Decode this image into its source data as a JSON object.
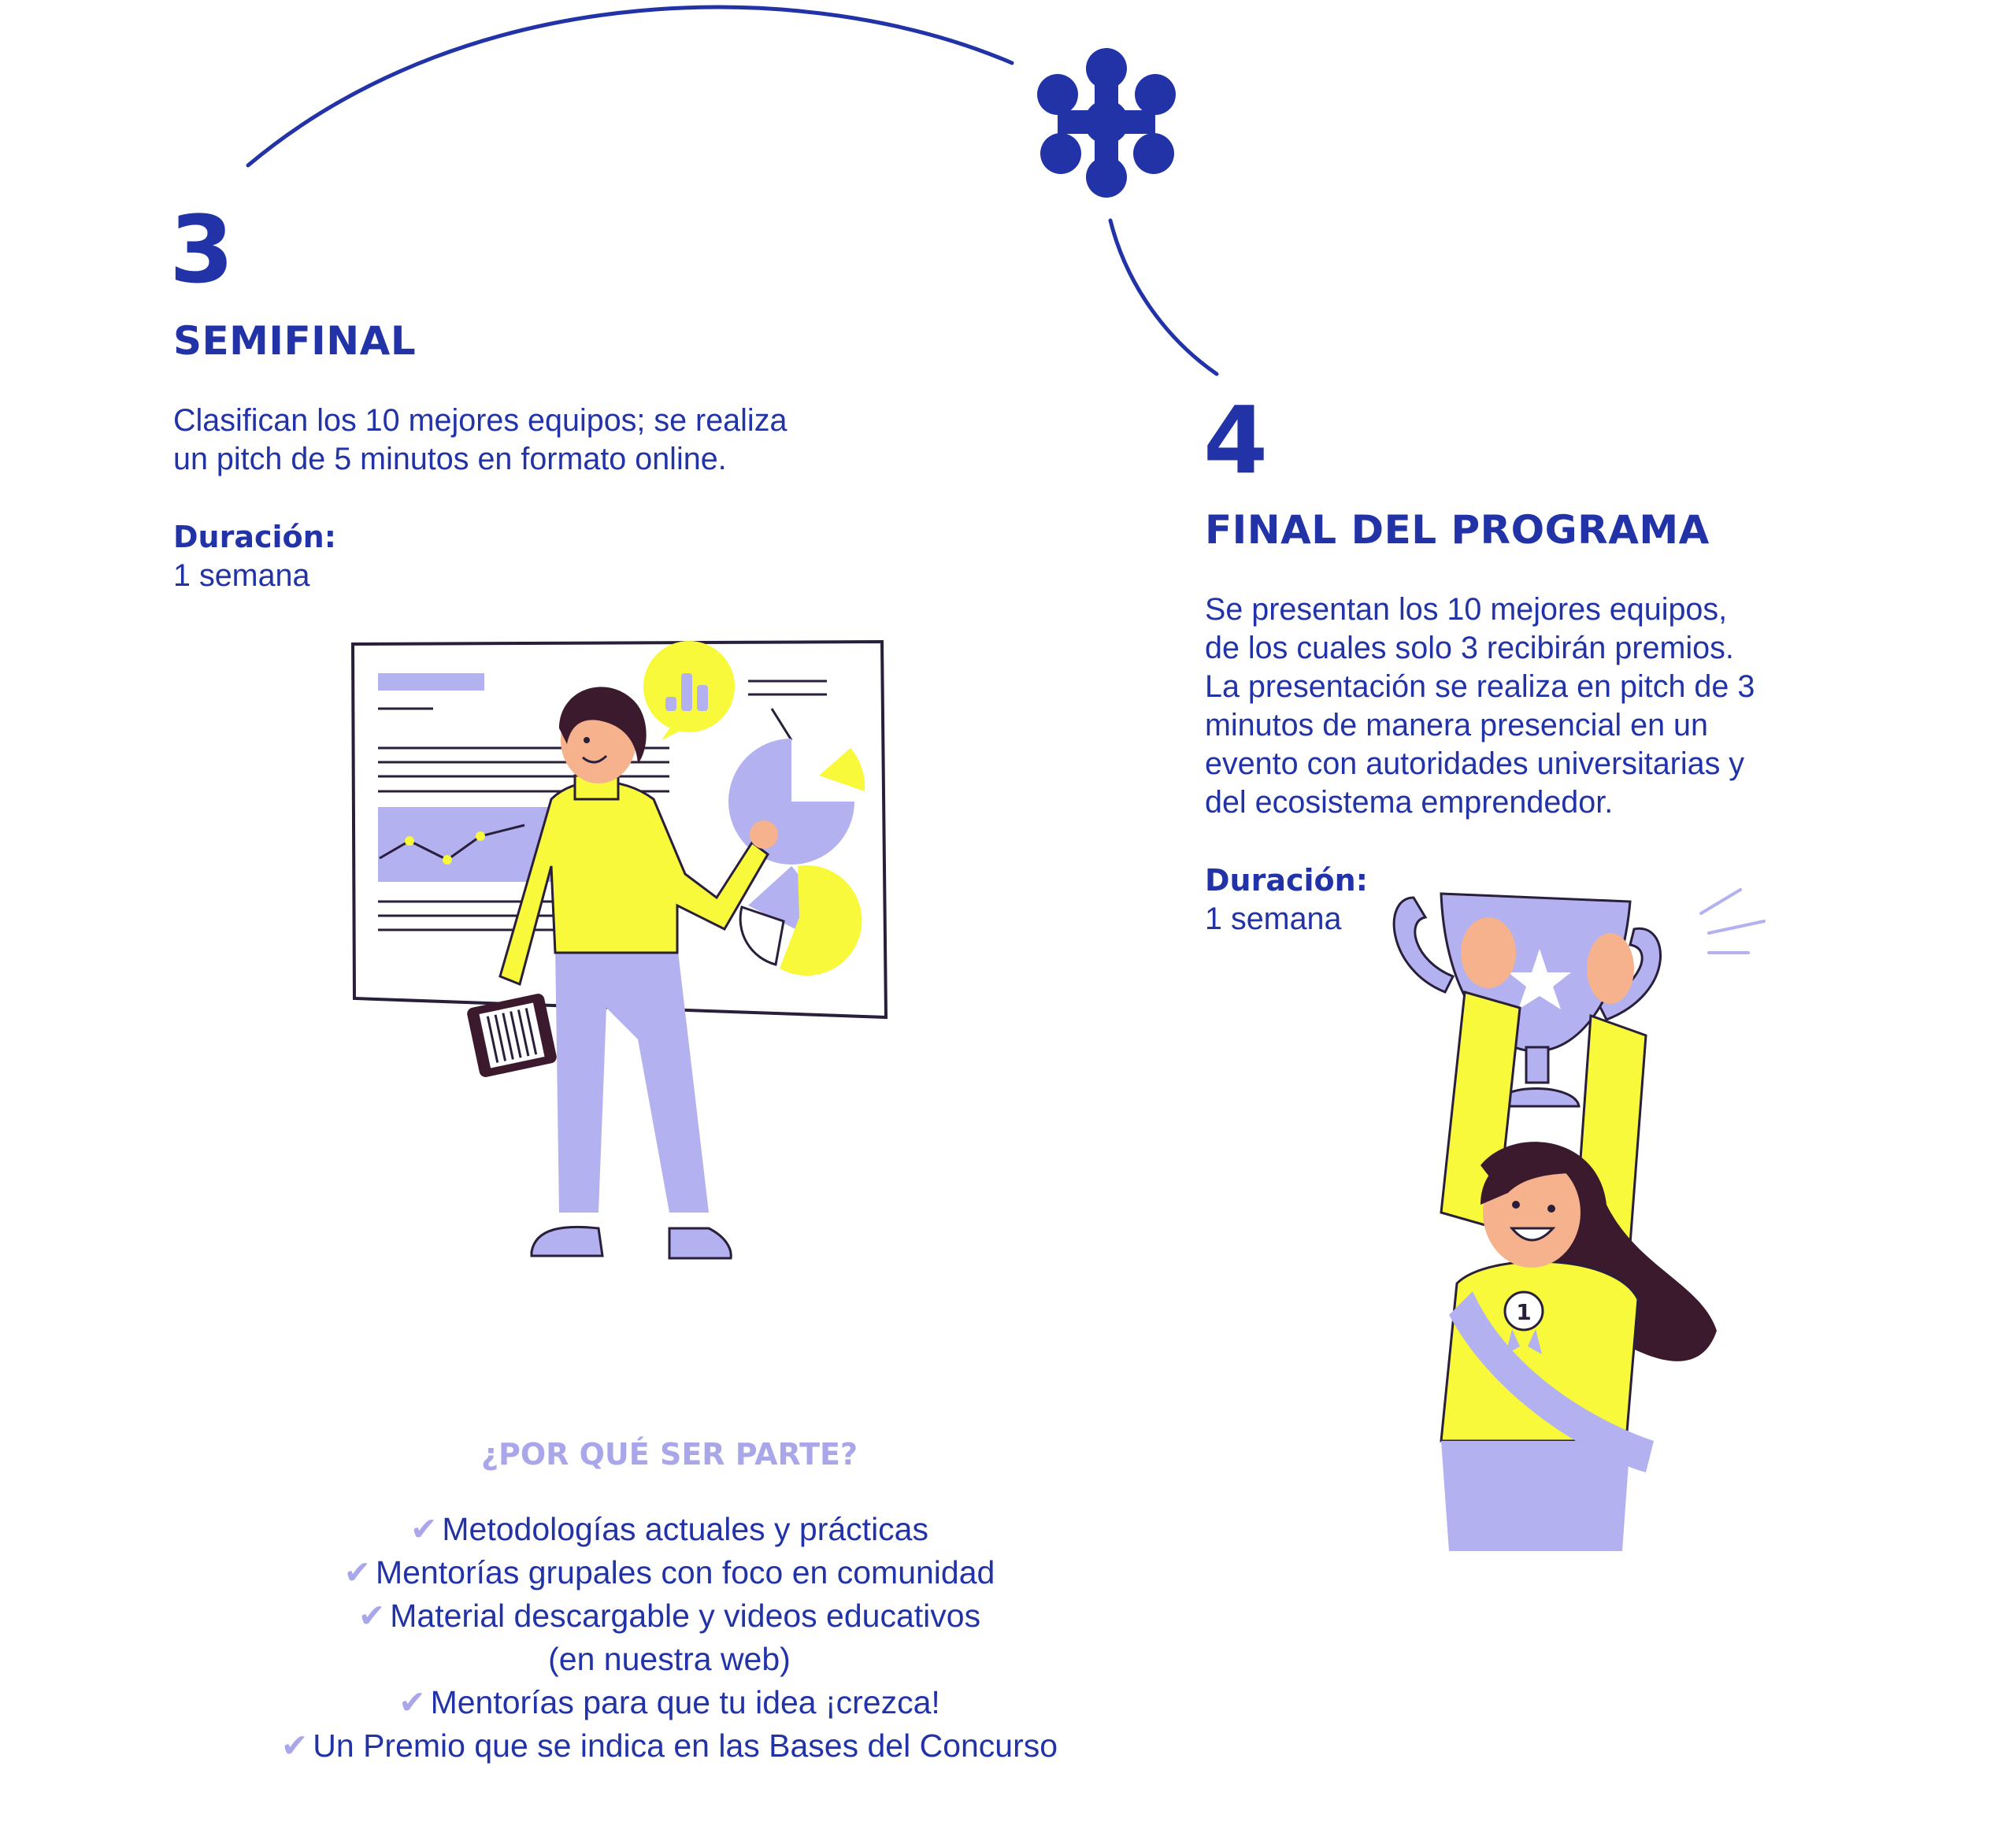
{
  "steps": [
    {
      "number": "3",
      "title": "SEMIFINAL",
      "description_lines": [
        "Clasifican los 10 mejores equipos; se realiza",
        "un pitch de 5 minutos en formato online."
      ],
      "duration_label": "Duración:",
      "duration_value": "1 semana"
    },
    {
      "number": "4",
      "title": "FINAL DEL PROGRAMA",
      "description_lines": [
        "Se presentan los 10 mejores equipos,",
        "de los cuales solo 3 recibirán premios.",
        "La presentación se realiza en pitch de 3",
        "minutos de manera presencial en un",
        "evento con autoridades universitarias y",
        "del ecosistema emprendedor."
      ],
      "duration_label": "Duración:",
      "duration_value": "1 semana"
    }
  ],
  "why": {
    "title": "¿POR QUÉ SER PARTE?",
    "check": "✔",
    "items": [
      "Metodologías actuales y prácticas",
      "Mentorías grupales con foco en comunidad",
      "Material descargable y videos educativos",
      "Mentorías para que tu idea ¡crezca!",
      "Un Premio que se indica en las Bases del Concurso"
    ],
    "item_continuation": "(en nuestra web)"
  },
  "illustrations": {
    "presenter": "person-presenting-charts",
    "winner": "woman-holding-trophy",
    "board_chart_icon": "bar-chart-icon",
    "medal_number": "1"
  },
  "colors": {
    "primary_blue": "#2233a8",
    "lavender": "#b3b1f0",
    "light_lavender": "#a9a7ea",
    "yellow": "#f7f93a",
    "dark_hair": "#3c1a2e",
    "skin": "#f6b28d",
    "outline": "#2a1f3a"
  }
}
